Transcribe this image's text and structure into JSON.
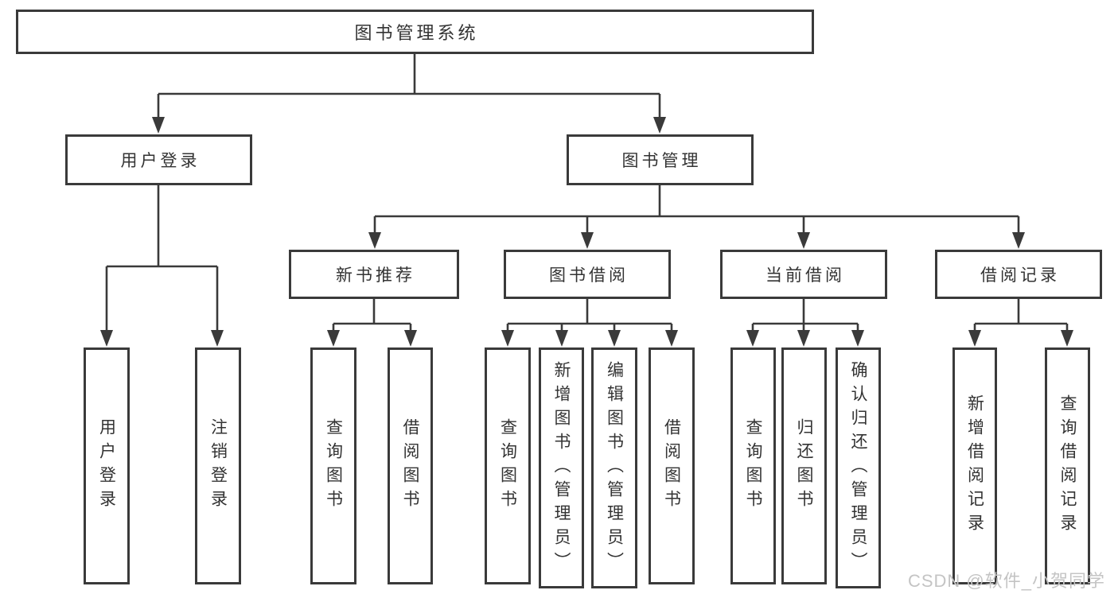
{
  "diagram_type": "hierarchy-tree",
  "watermark": "CSDN @软件_小贺同学",
  "colors": {
    "background": "#ffffff",
    "line": "#3a3a3a",
    "box_border": "#3a3a3a",
    "text": "#333333",
    "watermark": "#c4c4c4"
  },
  "tree": {
    "root": "图书管理系统",
    "user_login": {
      "label": "用户登录",
      "leaves": [
        "用户登录",
        "注销登录"
      ]
    },
    "book_management": {
      "label": "图书管理",
      "children": [
        {
          "label": "新书推荐",
          "leaves": [
            "查询图书",
            "借阅图书"
          ]
        },
        {
          "label": "图书借阅",
          "leaves": [
            "查询图书",
            "新增图书（管理员）",
            "编辑图书（管理员）",
            "借阅图书"
          ]
        },
        {
          "label": "当前借阅",
          "leaves": [
            "查询图书",
            "归还图书",
            "确认归还（管理员）"
          ]
        },
        {
          "label": "借阅记录",
          "leaves": [
            "新增借阅记录",
            "查询借阅记录"
          ]
        }
      ]
    }
  }
}
